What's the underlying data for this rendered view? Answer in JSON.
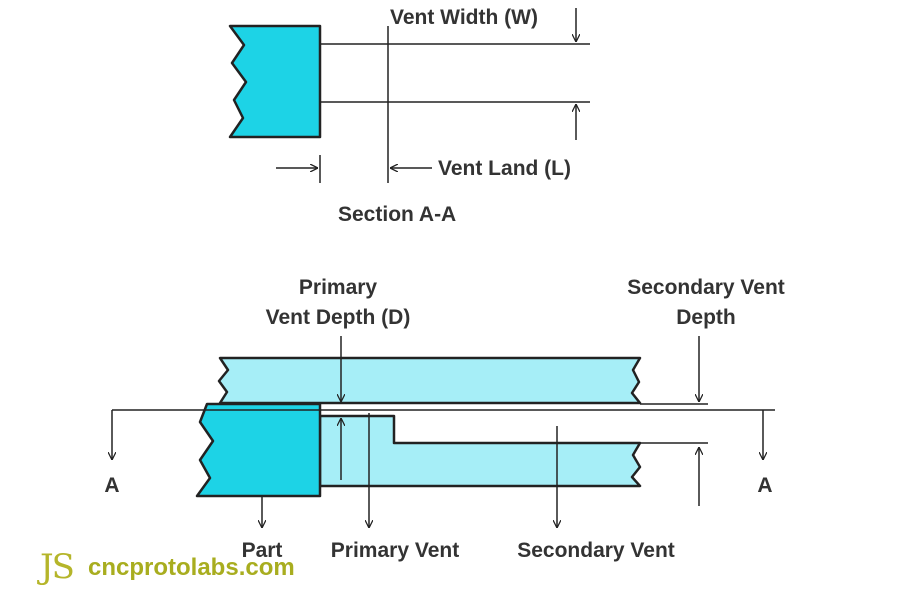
{
  "section_view": {
    "vent_width_label": "Vent Width (W)",
    "vent_land_label": "Vent Land (L)",
    "section_title": "Section A-A"
  },
  "side_view": {
    "primary_vent_depth_line1": "Primary",
    "primary_vent_depth_line2": "Vent Depth (D)",
    "secondary_vent_depth_line1": "Secondary Vent",
    "secondary_vent_depth_line2": "Depth",
    "section_mark_left": "A",
    "section_mark_right": "A",
    "part_label": "Part",
    "primary_vent_label": "Primary Vent",
    "secondary_vent_label": "Secondary Vent"
  },
  "watermark": {
    "logo_mark": "JS",
    "site": "cncprotolabs.com"
  },
  "colors": {
    "part_fill": "#1dd3e6",
    "mold_fill": "#a6eef7",
    "line": "#222222",
    "text": "#333333",
    "logo": "#a8ad1f"
  }
}
